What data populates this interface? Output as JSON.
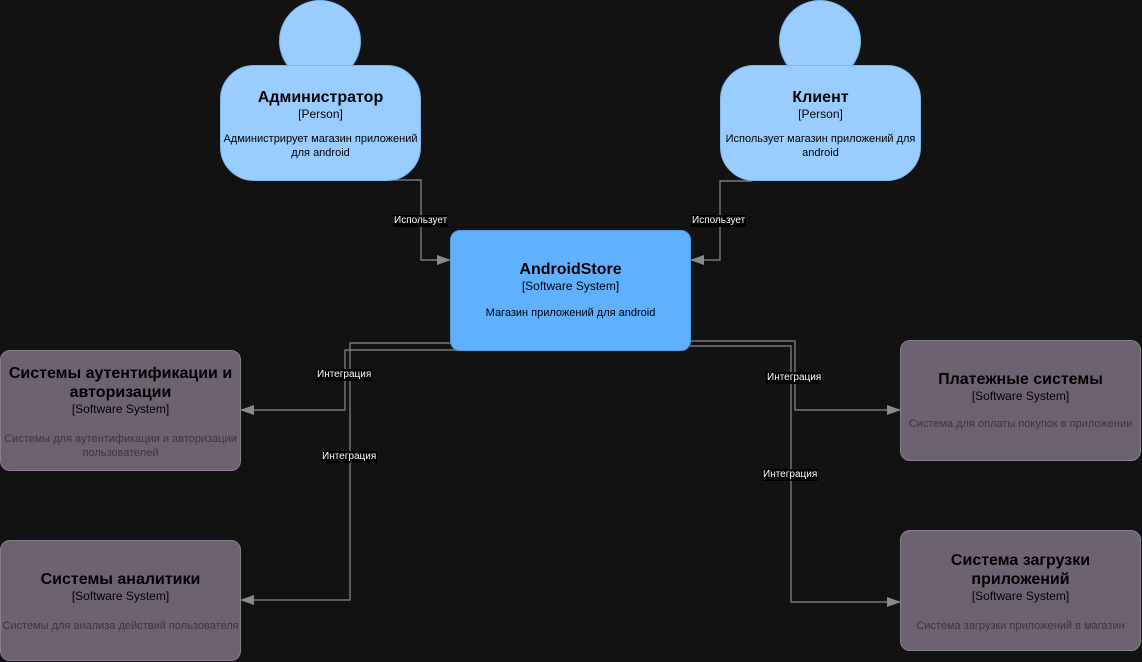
{
  "persons": [
    {
      "id": "admin",
      "title": "Администратор",
      "tag": "[Person]",
      "desc": "Администрирует магазин приложений для android"
    },
    {
      "id": "client",
      "title": "Клиент",
      "tag": "[Person]",
      "desc": "Использует магазин приложений для android"
    }
  ],
  "main_system": {
    "title": "AndroidStore",
    "tag": "[Software System]",
    "desc": "Магазин приложений для android"
  },
  "external_systems": [
    {
      "id": "auth",
      "title": "Системы аутентификации и авторизации",
      "tag": "[Software System]",
      "desc": "Системы для аутентификации и авторизации пользователей"
    },
    {
      "id": "analytics",
      "title": "Системы аналитики",
      "tag": "[Software System]",
      "desc": "Системы для анализа действий пользователя"
    },
    {
      "id": "payments",
      "title": "Платежные системы",
      "tag": "[Software System]",
      "desc": "Система для оплаты покупок в приложении"
    },
    {
      "id": "downloads",
      "title": "Система загрузки приложений",
      "tag": "[Software System]",
      "desc": "Система загрузки приложений в магазин"
    }
  ],
  "edges": [
    {
      "from": "admin",
      "to": "androidstore",
      "label": "Использует"
    },
    {
      "from": "client",
      "to": "androidstore",
      "label": "Использует"
    },
    {
      "from": "androidstore",
      "to": "auth",
      "label": "Интеграция"
    },
    {
      "from": "androidstore",
      "to": "analytics",
      "label": "Интеграция"
    },
    {
      "from": "androidstore",
      "to": "payments",
      "label": "Интеграция"
    },
    {
      "from": "androidstore",
      "to": "downloads",
      "label": "Интеграция"
    }
  ],
  "colors": {
    "background": "#121212",
    "person": "#99ccff",
    "main_system": "#5fb0ff",
    "external_system": "#6d6270",
    "edge": "#8a8a8a"
  }
}
